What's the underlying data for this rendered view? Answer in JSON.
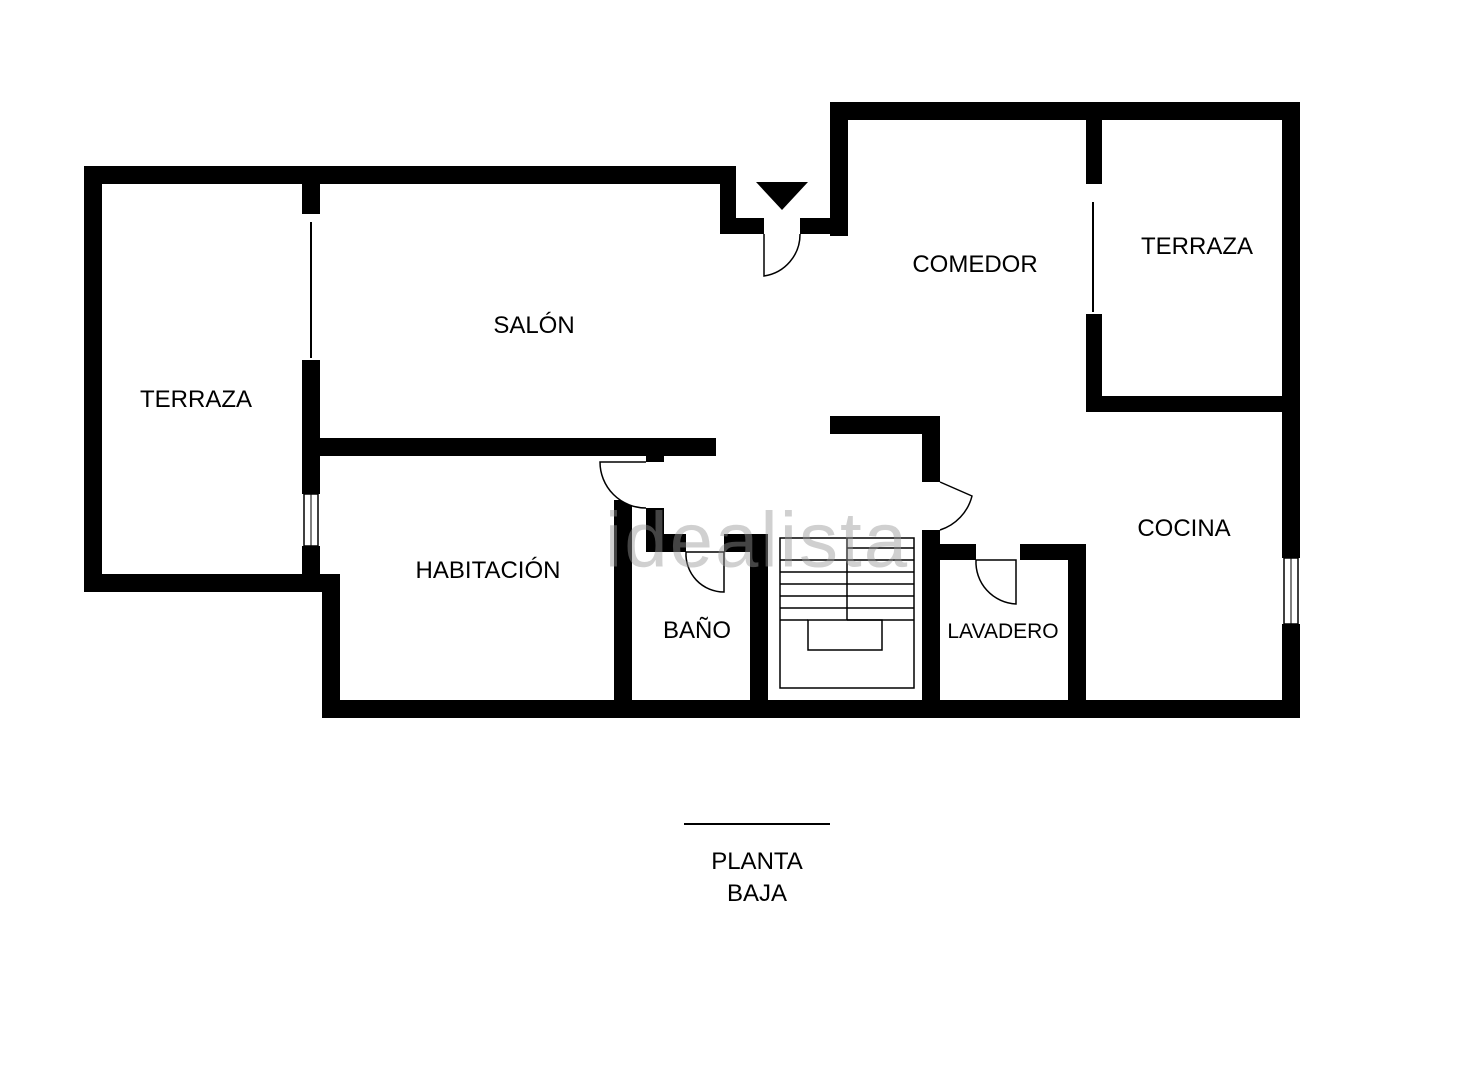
{
  "plan": {
    "rooms": {
      "terraza_left": "TERRAZA",
      "salon": "SALÓN",
      "comedor": "COMEDOR",
      "terraza_right": "TERRAZA",
      "habitacion": "HABITACIÓN",
      "bano": "BAÑO",
      "lavadero": "LAVADERO",
      "cocina": "COCINA"
    },
    "caption_line1": "PLANTA",
    "caption_line2": "BAJA",
    "watermark": "idealista"
  },
  "colors": {
    "wall": "#000000",
    "background": "#ffffff",
    "watermark": "#969696"
  }
}
